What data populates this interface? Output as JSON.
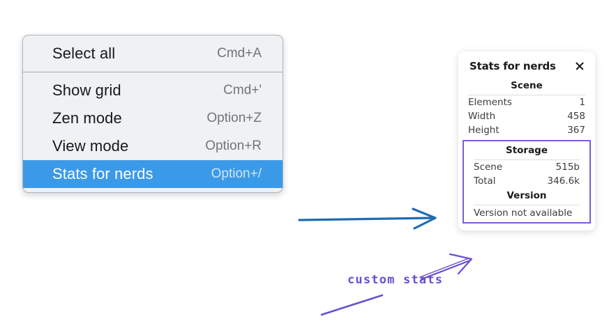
{
  "context_menu": {
    "name": "canvas-context-menu",
    "groups": [
      {
        "items": [
          {
            "label": "Select all",
            "shortcut": "Cmd+A",
            "selected": false
          }
        ]
      },
      {
        "items": [
          {
            "label": "Show grid",
            "shortcut": "Cmd+'",
            "selected": false
          },
          {
            "label": "Zen mode",
            "shortcut": "Option+Z",
            "selected": false
          },
          {
            "label": "View mode",
            "shortcut": "Option+R",
            "selected": false
          },
          {
            "label": "Stats for nerds",
            "shortcut": "Option+/",
            "selected": true
          }
        ]
      }
    ]
  },
  "stats_panel": {
    "title": "Stats for nerds",
    "close_icon": "close-icon",
    "scene": {
      "section_title": "Scene",
      "rows": [
        {
          "label": "Elements",
          "value": "1"
        },
        {
          "label": "Width",
          "value": "458"
        },
        {
          "label": "Height",
          "value": "367"
        }
      ]
    },
    "storage": {
      "section_title": "Storage",
      "rows": [
        {
          "label": "Scene",
          "value": "515b"
        },
        {
          "label": "Total",
          "value": "346.6k"
        }
      ]
    },
    "version": {
      "section_title": "Version",
      "note": "Version not available"
    }
  },
  "annotations": {
    "label": "custom stats",
    "blue_arrow_color": "#1f6cb0",
    "purple_color": "#6a4fd0",
    "highlight_color": "#7c5cd6"
  }
}
